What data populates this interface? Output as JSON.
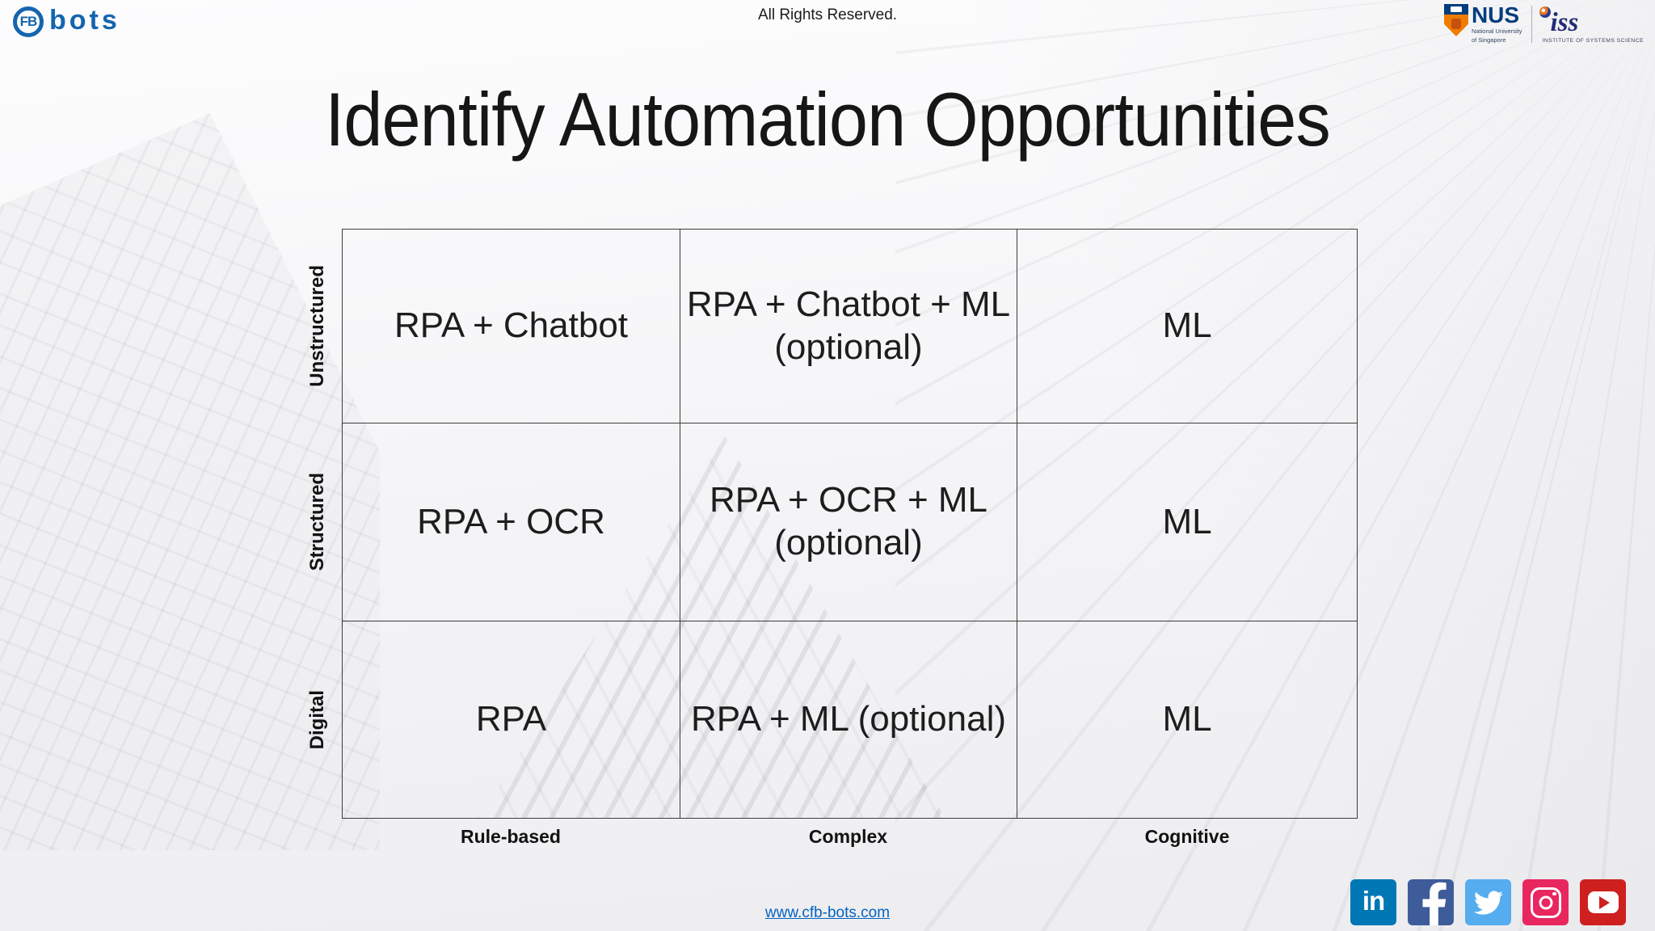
{
  "header": {
    "copyright": "All Rights Reserved.",
    "brand": {
      "mark": "FB",
      "text": "bots",
      "color": "#1565af"
    },
    "partners": {
      "nus": {
        "acronym": "NUS",
        "name_line1": "National University",
        "name_line2": "of Singapore"
      },
      "iss": {
        "acronym": "iss",
        "subtitle": "INSTITUTE OF SYSTEMS SCIENCE"
      }
    }
  },
  "title": "Identify Automation Opportunities",
  "matrix": {
    "row_labels": [
      "Unstructured",
      "Structured",
      "Digital"
    ],
    "column_labels": [
      "Rule-based",
      "Complex",
      "Cognitive"
    ],
    "rows": [
      [
        "RPA + Chatbot",
        "RPA + Chatbot + ML\n(optional)",
        "ML"
      ],
      [
        "RPA + OCR",
        "RPA + OCR + ML\n(optional)",
        "ML"
      ],
      [
        "RPA",
        "RPA + ML (optional)",
        "ML"
      ]
    ]
  },
  "footer": {
    "website": "www.cfb-bots.com",
    "social": [
      {
        "name": "linkedin",
        "glyph": "in",
        "color": "#0077b5"
      },
      {
        "name": "facebook",
        "glyph": "f",
        "color": "#3e5c9a"
      },
      {
        "name": "twitter",
        "glyph": "bird",
        "color": "#55acee"
      },
      {
        "name": "instagram",
        "glyph": "camera",
        "color": "#e8275f"
      },
      {
        "name": "youtube",
        "glyph": "play",
        "color": "#cd201f"
      }
    ]
  }
}
